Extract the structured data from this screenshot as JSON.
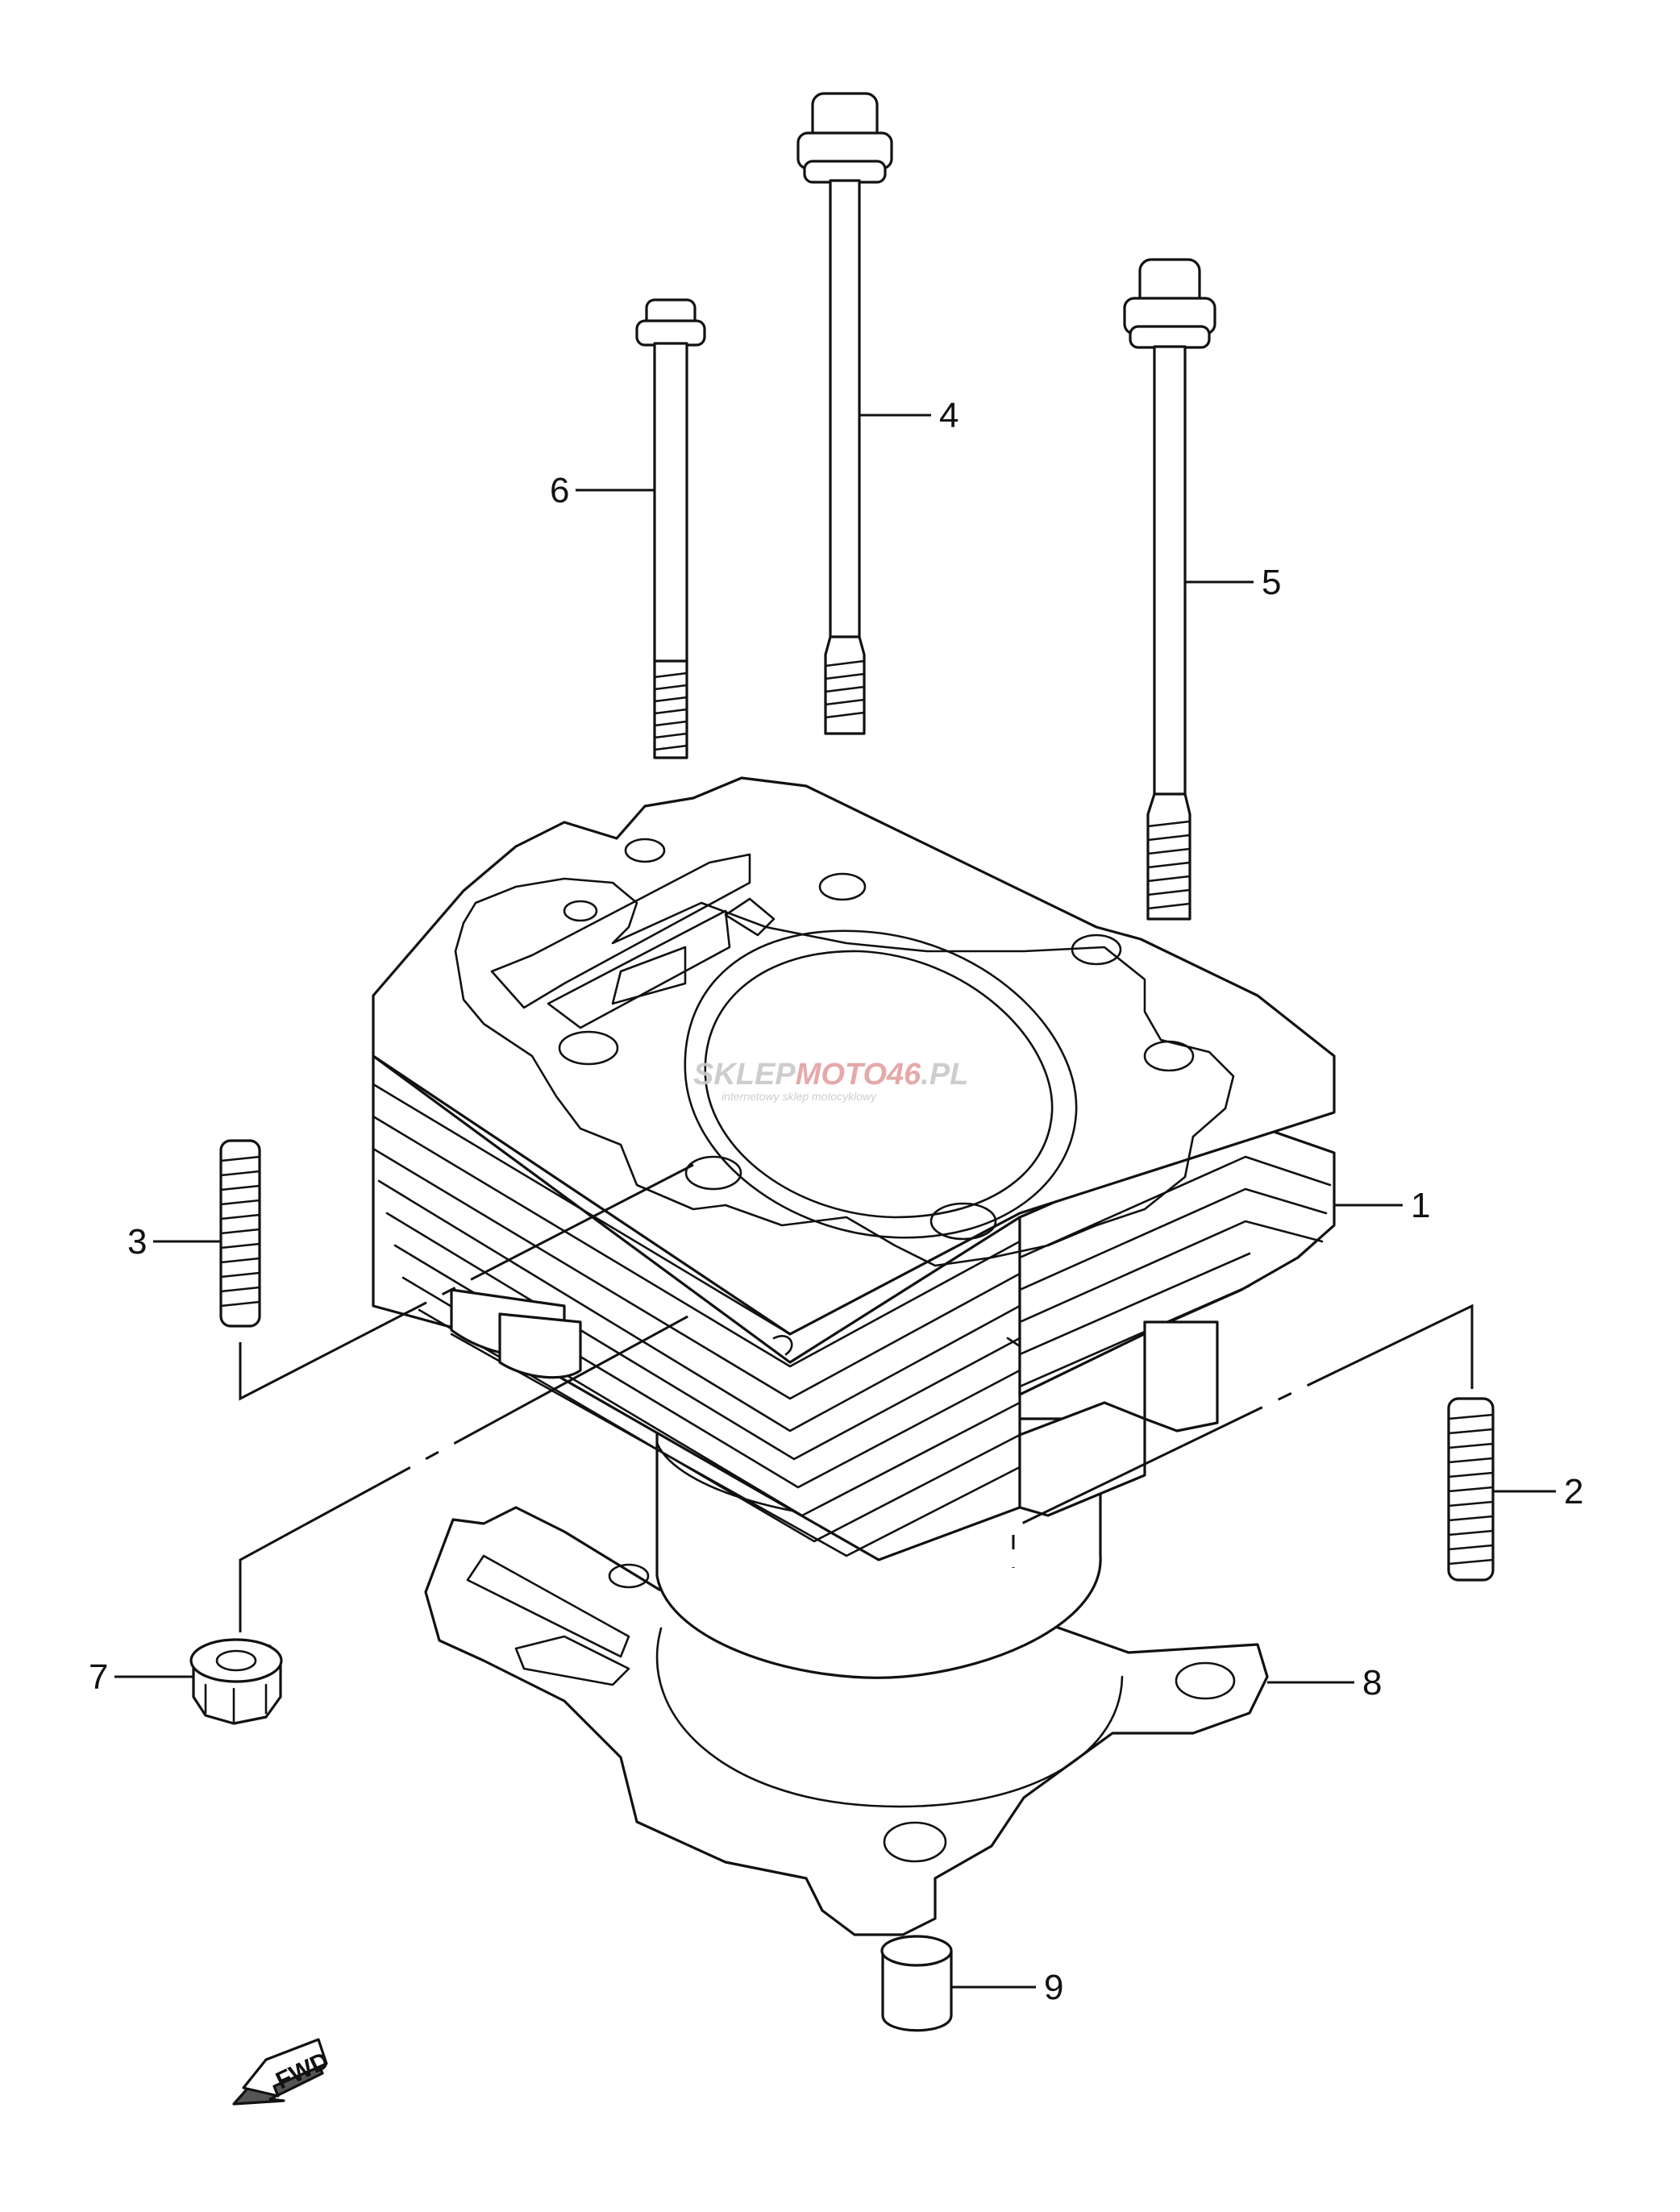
{
  "diagram": {
    "parts": [
      {
        "id": "1",
        "name": "cylinder"
      },
      {
        "id": "2",
        "name": "stud-right"
      },
      {
        "id": "3",
        "name": "stud-left"
      },
      {
        "id": "4",
        "name": "long-center-bolt"
      },
      {
        "id": "5",
        "name": "right-bolt"
      },
      {
        "id": "6",
        "name": "left-bolt"
      },
      {
        "id": "7",
        "name": "flange-nut"
      },
      {
        "id": "8",
        "name": "base-gasket"
      },
      {
        "id": "9",
        "name": "dowel-pin"
      }
    ],
    "fwd_label": "FWD",
    "watermark": {
      "brand_a": "SKLEP",
      "brand_b": "MOTO",
      "brand_c": "46",
      "brand_d": ".PL",
      "tagline": "internetowy sklep motocyklowy",
      "color_gray": "#c8c8c8",
      "color_red": "#e3a0a0"
    }
  }
}
